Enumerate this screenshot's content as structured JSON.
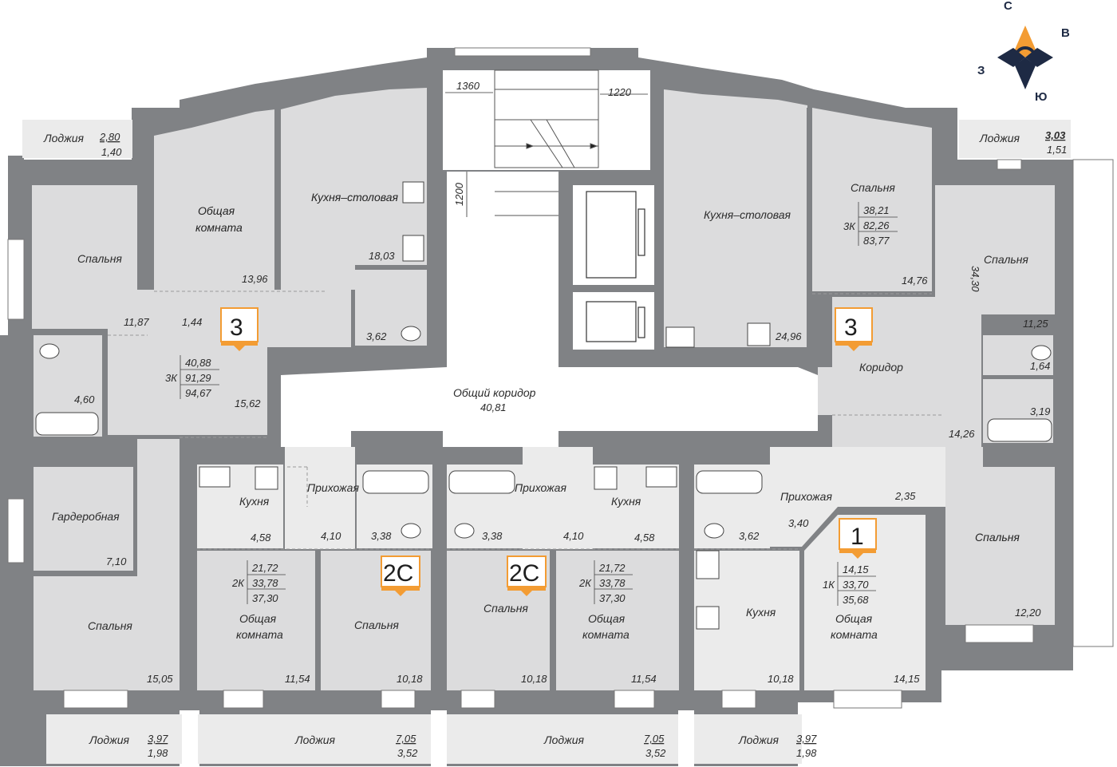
{
  "compass": {
    "n": "С",
    "e": "В",
    "s": "Ю",
    "w": "З"
  },
  "colors": {
    "wall": "#808285",
    "floor": "#dcdcdd",
    "floor_light": "#ebebeb",
    "corridor": "#ffffff",
    "accent": "#f39c33"
  },
  "apartments": [
    {
      "id": "apt-3-left",
      "number": "3",
      "type": "3К",
      "living": "40,88",
      "total": "91,29",
      "total_balcony": "94,67"
    },
    {
      "id": "apt-3-right",
      "number": "3",
      "type": "3К",
      "living": "38,21",
      "total": "82,26",
      "total_balcony": "83,77"
    },
    {
      "id": "apt-2c-left",
      "number": "2С",
      "type": "2К",
      "living": "21,72",
      "total": "33,78",
      "total_balcony": "37,30"
    },
    {
      "id": "apt-2c-right",
      "number": "2С",
      "type": "2К",
      "living": "21,72",
      "total": "33,78",
      "total_balcony": "37,30"
    },
    {
      "id": "apt-1",
      "number": "1",
      "type": "1К",
      "living": "14,15",
      "total": "33,70",
      "total_balcony": "35,68"
    }
  ],
  "rooms": [
    {
      "id": "loggia-tl",
      "name": "Лоджия",
      "area": "2,80",
      "area2": "1,40"
    },
    {
      "id": "bedroom-tl",
      "name": "Спальня",
      "area": "11,87"
    },
    {
      "id": "living-tl",
      "name": "Общая комната",
      "area": "13,96"
    },
    {
      "id": "hall-tl",
      "name": "",
      "area": "1,44"
    },
    {
      "id": "kitchen-dining-l",
      "name": "Кухня–столовая",
      "area": "18,03"
    },
    {
      "id": "wc-l",
      "name": "",
      "area": "3,62"
    },
    {
      "id": "bath-l",
      "name": "",
      "area": "4,60"
    },
    {
      "id": "hall-l",
      "name": "",
      "area": "15,62"
    },
    {
      "id": "wardrobe",
      "name": "Гардеробная",
      "area": "7,10"
    },
    {
      "id": "bedroom-bl",
      "name": "Спальня",
      "area": "15,05"
    },
    {
      "id": "loggia-bl",
      "name": "Лоджия",
      "area": "3,97",
      "area2": "1,98"
    },
    {
      "id": "corridor",
      "name": "Общий коридор",
      "area": "40,81"
    },
    {
      "id": "kitchen-dining-r",
      "name": "Кухня–столовая",
      "area": "24,96"
    },
    {
      "id": "bedroom-tr",
      "name": "Спальня",
      "area": "14,76"
    },
    {
      "id": "bedroom-tr2",
      "name": "Спальня",
      "area": "11,25",
      "dim": "34,30"
    },
    {
      "id": "loggia-tr",
      "name": "Лоджия",
      "area": "3,03",
      "area2": "1,51"
    },
    {
      "id": "corridor-r",
      "name": "Коридор",
      "area": "14,26"
    },
    {
      "id": "wc-r",
      "name": "",
      "area": "1,64"
    },
    {
      "id": "bath-r",
      "name": "",
      "area": "3,19"
    },
    {
      "id": "bedroom-br",
      "name": "Спальня",
      "area": "12,20"
    },
    {
      "id": "kitchen-2cl",
      "name": "Кухня",
      "area": "4,58"
    },
    {
      "id": "hall-2cl",
      "name": "Прихожая",
      "area": "4,10"
    },
    {
      "id": "bath-2cl",
      "name": "",
      "area": "3,38"
    },
    {
      "id": "living-2cl",
      "name": "Общая комната",
      "area": "11,54"
    },
    {
      "id": "bedroom-2cl",
      "name": "Спальня",
      "area": "10,18"
    },
    {
      "id": "loggia-2c",
      "name": "Лоджия",
      "area": "7,05",
      "area2": "3,52"
    },
    {
      "id": "bath-2cr",
      "name": "",
      "area": "3,38"
    },
    {
      "id": "hall-2cr",
      "name": "Прихожая",
      "area": "4,10"
    },
    {
      "id": "kitchen-2cr",
      "name": "Кухня",
      "area": "4,58"
    },
    {
      "id": "bedroom-2cr",
      "name": "Спальня",
      "area": "10,18"
    },
    {
      "id": "living-2cr",
      "name": "Общая комната",
      "area": "11,54"
    },
    {
      "id": "loggia-2cr",
      "name": "Лоджия",
      "area": "7,05",
      "area2": "3,52"
    },
    {
      "id": "bath-1",
      "name": "",
      "area": "3,62"
    },
    {
      "id": "hall-1",
      "name": "Прихожая",
      "area": "3,40"
    },
    {
      "id": "store-1",
      "name": "",
      "area": "2,35"
    },
    {
      "id": "kitchen-1",
      "name": "Кухня",
      "area": "10,18"
    },
    {
      "id": "living-1",
      "name": "Общая комната",
      "area": "14,15"
    },
    {
      "id": "loggia-1",
      "name": "Лоджия",
      "area": "3,97",
      "area2": "1,98"
    }
  ],
  "dimensions": {
    "d1": "1360",
    "d2": "1220",
    "d3": "1200"
  }
}
